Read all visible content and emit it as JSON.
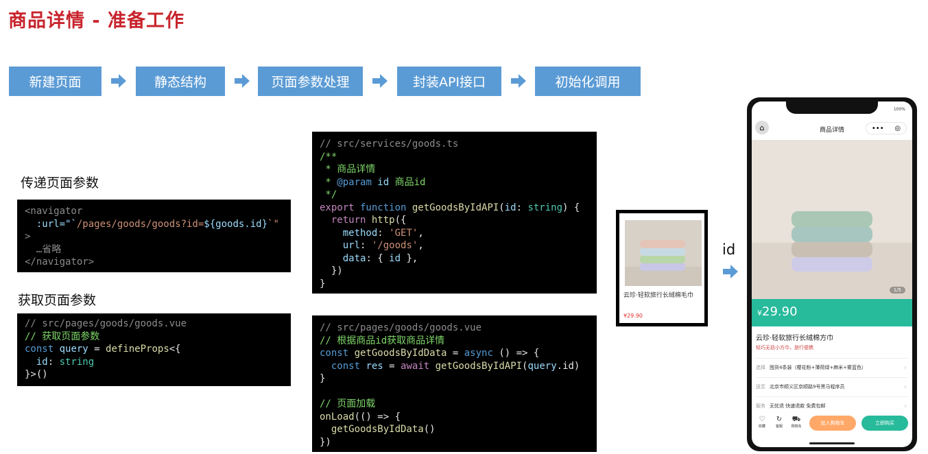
{
  "title": "商品详情 - 准备工作",
  "steps": [
    "新建页面",
    "静态结构",
    "页面参数处理",
    "封装API接口",
    "初始化调用"
  ],
  "labels": {
    "pass_params": "传递页面参数",
    "get_params": "获取页面参数",
    "id_arrow": "id"
  },
  "code": {
    "navigator": {
      "l1": "<navigator",
      "l2_attr": "  :url=\"`",
      "l2_path": "/pages/goods/goods?id=",
      "l2_expr": "${goods.id}",
      "l2_end": "`\"",
      "l3": ">",
      "l4": "  …省略",
      "l5": "</navigator>"
    },
    "props": {
      "l1": "// src/pages/goods/goods.vue",
      "l2": "// 获取页面参数",
      "l3_kw": "const",
      "l3_var": " query",
      "l3_rest": " = ",
      "l3_fn": "defineProps",
      "l3_end": "<{",
      "l4_key": "  id",
      "l4_colon": ": ",
      "l4_type": "string",
      "l5": "}>()"
    },
    "service": {
      "l1": "// src/services/goods.ts",
      "l2": "/**",
      "l3": " * 商品详情",
      "l4_a": " * ",
      "l4_tag": "@param",
      "l4_var": " id",
      "l4_txt": " 商品id",
      "l5": " */",
      "l6_kw": "export",
      "l6_fnkw": " function",
      "l6_fn": " getGoodsByIdAPI",
      "l6_p": "(",
      "l6_arg": "id",
      "l6_colon": ": ",
      "l6_type": "string",
      "l6_end": ") {",
      "l7_kw": "  return",
      "l7_fn": " http",
      "l7_end": "({",
      "l8_key": "    method",
      "l8_c": ": ",
      "l8_val": "'GET'",
      "l8_end": ",",
      "l9_key": "    url",
      "l9_c": ": ",
      "l9_val": "'/goods'",
      "l9_end": ",",
      "l10_key": "    data",
      "l10_c": ": { ",
      "l10_val": "id",
      "l10_end": " },",
      "l11": "  })",
      "l12": "}"
    },
    "page": {
      "l1": "// src/pages/goods/goods.vue",
      "l2": "// 根据商品id获取商品详情",
      "l3_kw": "const",
      "l3_fn": " getGoodsByIdData",
      "l3_eq": " = ",
      "l3_async": "async",
      "l3_end": " () => {",
      "l4_kw": "  const",
      "l4_var": " res",
      "l4_eq": " = ",
      "l4_aw": "await",
      "l4_fn": " getGoodsByIdAPI",
      "l4_p": "(",
      "l4_arg": "query",
      "l4_end": ".id)",
      "l5": "}",
      "l6": "",
      "l7": "// 页面加载",
      "l8_fn": "onLoad",
      "l8_end": "(() => {",
      "l9_fn": "  getGoodsByIdData",
      "l9_end": "()",
      "l10": "})"
    }
  },
  "card": {
    "name": "云珍·轻软旅行长绒棉毛巾",
    "price": "¥29.90"
  },
  "phone": {
    "status": "100%",
    "nav_title": "商品详情",
    "capsule_more": "•••",
    "capsule_close": "◎",
    "indicator": "1/5",
    "price_symbol": "¥",
    "price": "29.90",
    "name": "云珍·轻软旅行长绒棉方巾",
    "desc": "轻巧无捻小方巾，旅行便携",
    "options": [
      {
        "key": "选择",
        "value": "囤货4条装（樱花粉+薄荷绿+麻米+雾蓝色）"
      },
      {
        "key": "送至",
        "value": "北京市顺义区京顺路9号黑马程序员"
      },
      {
        "key": "服务",
        "value": "无忧退 快速退款 免费包邮"
      }
    ],
    "bottom": {
      "fav": "收藏",
      "service": "客服",
      "cart": "购物车",
      "add_cart": "加入购物车",
      "buy": "立即购买"
    }
  },
  "colors": {
    "title": "#c8242d",
    "step": "#5b9bd5",
    "accent": "#27ba9b",
    "cart_btn": "#ffa868"
  }
}
